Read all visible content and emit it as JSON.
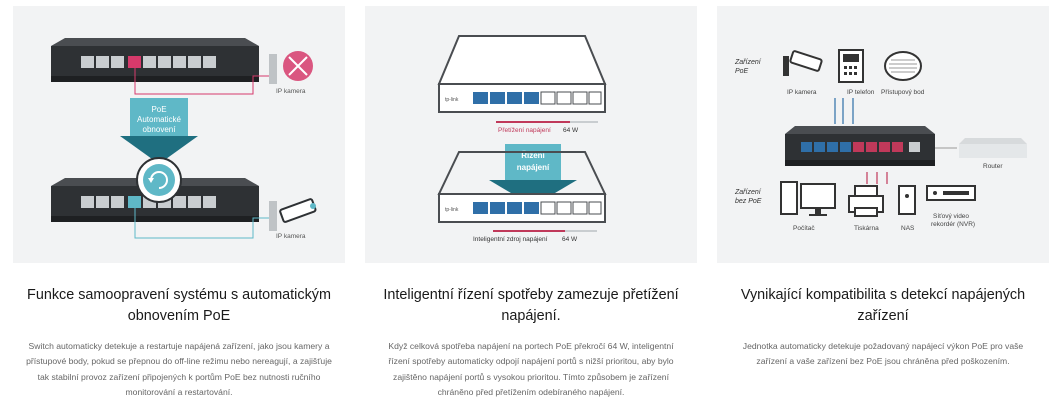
{
  "cards": [
    {
      "title": "Funkce samoopravení systému s automatickým obnovením PoE",
      "description": "Switch automaticky detekuje a restartuje napájená zařízení, jako jsou kamery a přístupové body, pokud se přepnou do off-line režimu nebo nereagují, a zajišťuje tak stabilní provoz zařízení připojených k portům PoE bez nutnosti ručního monitorování a restartování.",
      "illustration": {
        "camera_label_top": "IP kamera",
        "camera_label_bottom": "IP kamera",
        "arrow_label_line1": "PoE",
        "arrow_label_line2": "Automatické",
        "arrow_label_line3": "obnovení",
        "accent": "#5fb8c7"
      }
    },
    {
      "title": "Inteligentní řízení spotřeby zamezuje přetížení napájení.",
      "description": "Když celková spotřeba napájení na portech PoE překročí 64 W, inteligentní řízení spotřeby automaticky odpojí napájení portů s nižší prioritou, aby bylo zajištěno napájení portů s vysokou prioritou. Tímto způsobem je zařízení chráněno před přetížením odebíraného napájení.",
      "illustration": {
        "overload_label": "Přetížení napájení",
        "overload_value": "64 W",
        "smart_label": "Inteligentní zdroj napájení",
        "smart_value": "64 W",
        "arrow_line1": "Řízení",
        "arrow_line2": "napájení",
        "brand": "tp-link",
        "overload_color": "#c0395a",
        "accent": "#5fb8c7"
      }
    },
    {
      "title": "Vynikající kompatibilita s detekcí napájených zařízení",
      "description": "Jednotka automaticky detekuje požadovaný napájecí výkon PoE pro vaše zařízení a vaše zařízení bez PoE jsou chráněna před poškozením.",
      "illustration": {
        "poe_group_line1": "Zařízení",
        "poe_group_line2": "PoE",
        "nonpoe_group_line1": "Zařízení",
        "nonpoe_group_line2": "bez PoE",
        "devices_top": [
          "IP kamera",
          "IP telefon",
          "Přístupový bod"
        ],
        "router_label": "Router",
        "devices_bottom": [
          "Počítač",
          "Tiskárna",
          "NAS"
        ],
        "nvr_line1": "Síťový video",
        "nvr_line2": "rekordér (NVR)",
        "poe_color": "#2f6fa8",
        "nonpoe_color": "#c0395a"
      }
    }
  ]
}
